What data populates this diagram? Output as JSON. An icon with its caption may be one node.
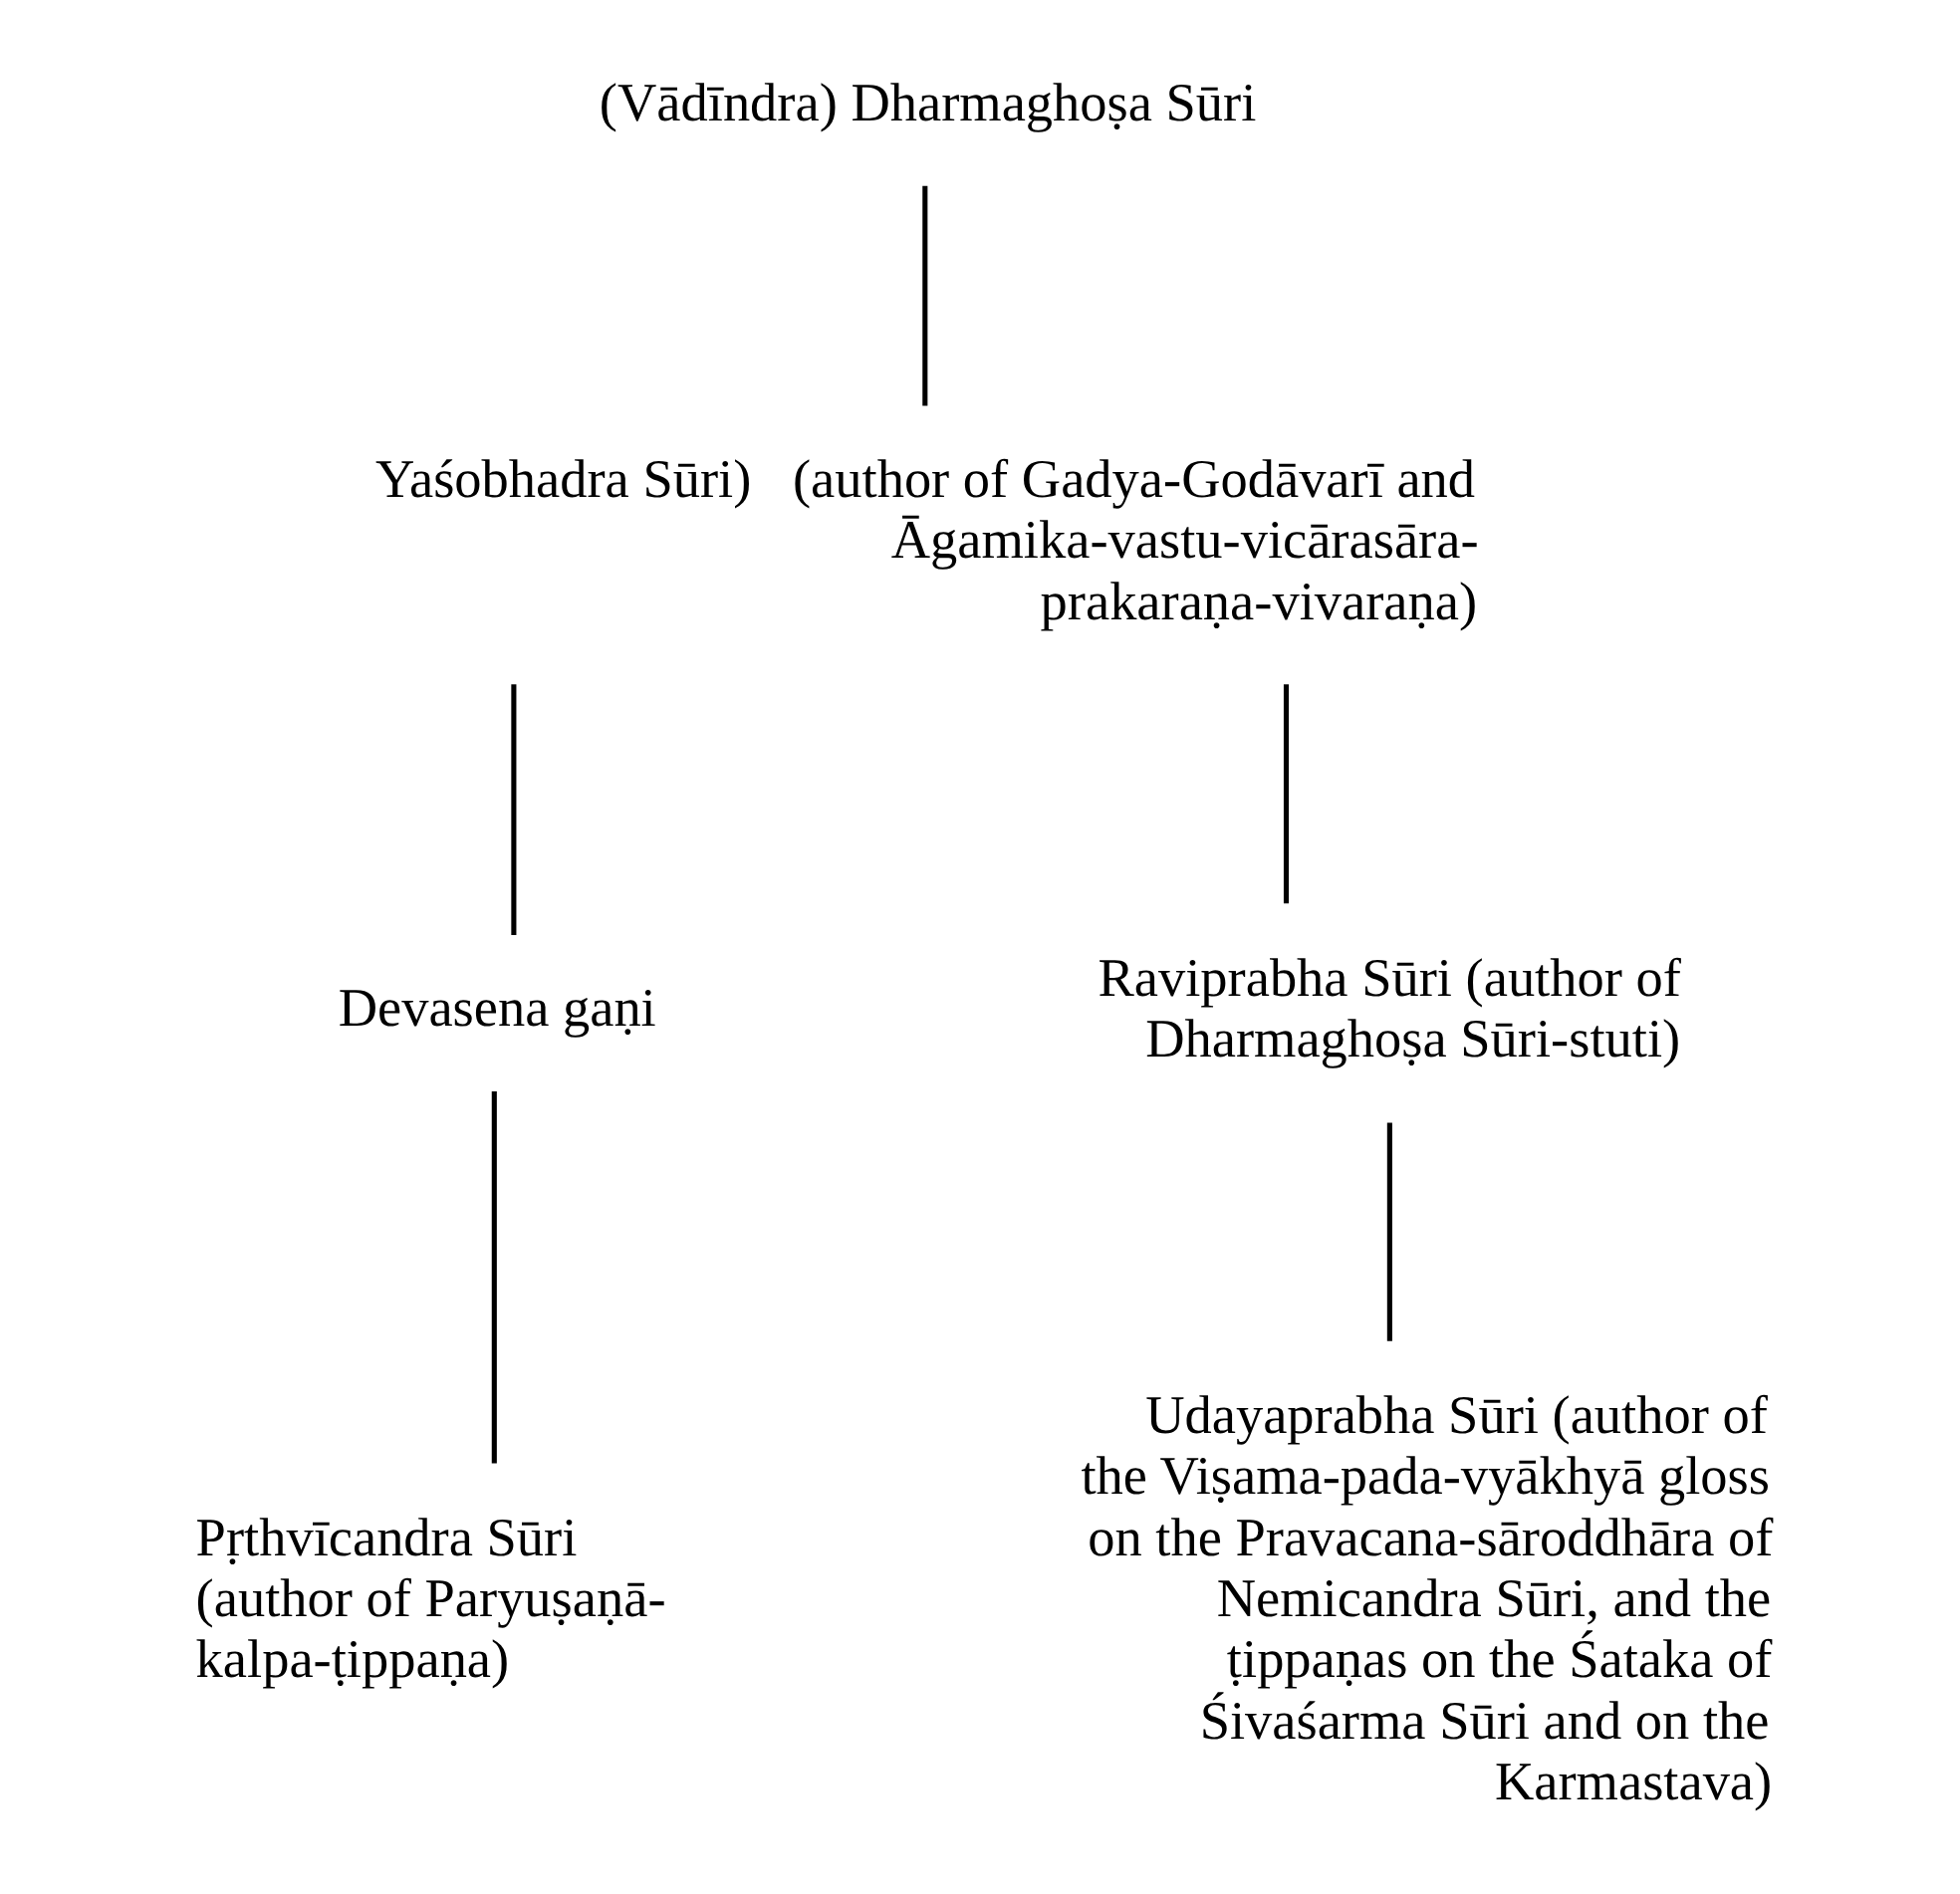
{
  "diagram": {
    "nodes": [
      {
        "text": [
          "(Vādīndra) Dharmaghoṣa Sūri"
        ]
      },
      {
        "text": [
          "Yaśobhadra Sūri)"
        ],
        "beside": [
          "(author of Gadya-Godāvarī and Āgamika-vastu-vicārasāra-prakaraṇa-vivaraṇa)"
        ]
      },
      {
        "text": [
          "Devasena gaṇi"
        ]
      },
      {
        "text": [
          "Raviprabha Sūri (author of Dharmaghoṣa Sūri-stuti)"
        ]
      },
      {
        "text": [
          "Pṛthvīcandra Sūri (author of Paryuṣaṇā-kalpa-ṭippaṇa)"
        ]
      },
      {
        "text": [
          "Udayaprabha Sūri (author of the Viṣama-pada-vyākhyā gloss on the Pravacana-sāroddhāra of Nemicandra Sūri, and the ṭippaṇas on the Śataka of Śivaśarma Sūri and on the Karmastava)"
        ]
      }
    ],
    "edges": [
      {
        "from": 0,
        "to": 1,
        "arrow": "none"
      },
      {
        "from": 1,
        "to": 2,
        "arrow": "none"
      },
      {
        "from": 1,
        "to": 3,
        "arrow": "none"
      },
      {
        "from": 2,
        "to": 4,
        "arrow": "none"
      },
      {
        "from": 3,
        "to": 5,
        "arrow": "none"
      }
    ]
  }
}
